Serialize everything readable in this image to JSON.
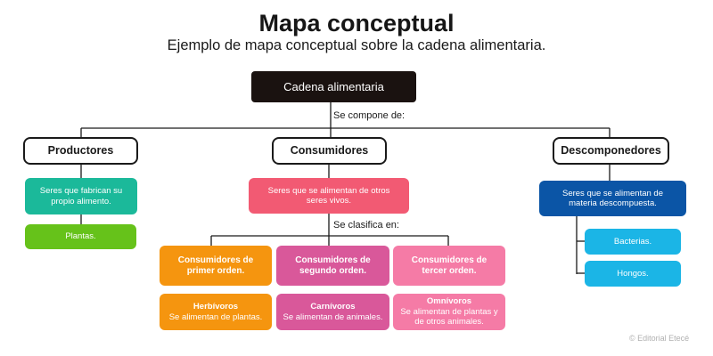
{
  "header": {
    "title": "Mapa conceptual",
    "subtitle": "Ejemplo de mapa conceptual sobre la cadena alimentaria."
  },
  "root": {
    "label": "Cadena alimentaria"
  },
  "connectors": {
    "compone": "Se compone de:",
    "clasifica": "Se clasifica en:"
  },
  "categories": {
    "productores": {
      "label": "Productores",
      "definition": "Seres que fabrican su propio alimento.",
      "example": "Plantas."
    },
    "consumidores": {
      "label": "Consumidores",
      "definition": "Seres que se alimentan de otros seres vivos.",
      "types": [
        {
          "label": "Consumidores de primer orden.",
          "name": "Herbívoros",
          "desc": "Se alimentan de plantas."
        },
        {
          "label": "Consumidores de segundo orden.",
          "name": "Carnívoros",
          "desc": "Se alimentan de animales."
        },
        {
          "label": "Consumidores de tercer orden.",
          "name": "Omnívoros",
          "desc": "Se alimentan de plantas y de otros animales."
        }
      ]
    },
    "descomponedores": {
      "label": "Descomponedores",
      "definition": "Seres que se alimentan de materia descompuesta.",
      "examples": [
        "Bacterias.",
        "Hongos."
      ]
    }
  },
  "colors": {
    "root": "#1a1210",
    "productores_def": "#1bb99a",
    "productores_ex": "#66c21a",
    "consumidores_def": "#f25a73",
    "orden1": "#f5950f",
    "orden2": "#d9589a",
    "orden3": "#f57ba6",
    "descomp_def": "#0b55a6",
    "descomp_ex": "#1bb5e6"
  },
  "credit": "© Editorial Etecé"
}
